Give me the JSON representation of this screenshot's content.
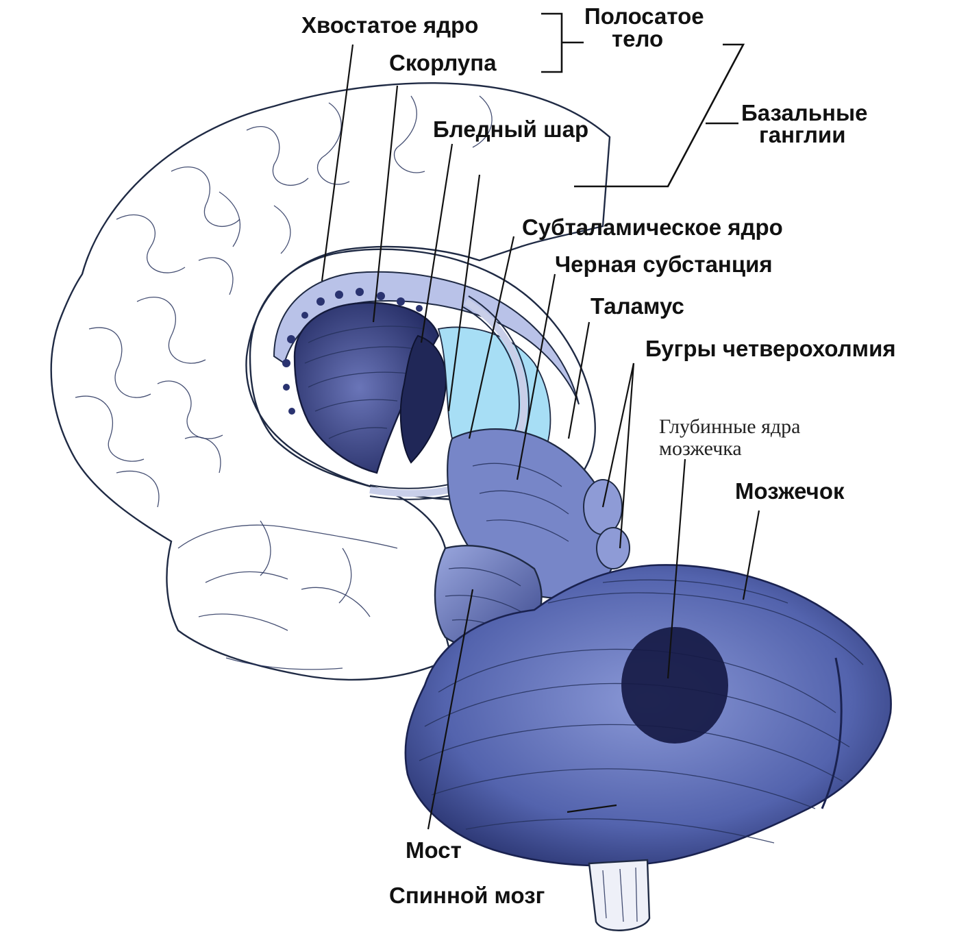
{
  "labels": {
    "caudate_nucleus": "Хвостатое ядро",
    "putamen": "Скорлупа",
    "striatum_line1": "Полосатое",
    "striatum_line2": "тело",
    "basal_ganglia_line1": "Базальные",
    "basal_ganglia_line2": "ганглии",
    "globus_pallidus": "Бледный шар",
    "subthalamic_nucleus": "Субталамическое ядро",
    "substantia_nigra": "Черная субстанция",
    "thalamus": "Таламус",
    "colliculi": "Бугры четверохолмия",
    "deep_nuclei_line1": "Глубинные ядра",
    "deep_nuclei_line2": "мозжечка",
    "cerebellum": "Мозжечок",
    "pons": "Мост",
    "spinal_cord": "Спинной мозг"
  },
  "colors": {
    "hemisphere_fill": "#ffffff",
    "hemisphere_shade": "#c9d2ee",
    "deep_blue": "#2e3a78",
    "mid_blue": "#6f7fc4",
    "light_blue": "#9fdcf5",
    "nucleus_dark": "#1a1f4a",
    "ink": "#111111"
  }
}
